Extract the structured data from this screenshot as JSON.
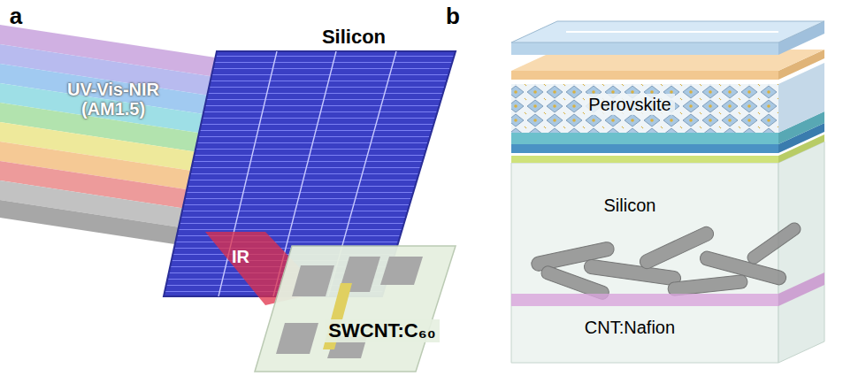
{
  "diagram": {
    "labels": [
      "a",
      "b",
      "UV-Vis-NIR (AM1.5)",
      "Silicon",
      "IR",
      "SWCNT:C₆₀",
      "Perovskite",
      "Silicon",
      "CNT:Nafion"
    ]
  }
}
